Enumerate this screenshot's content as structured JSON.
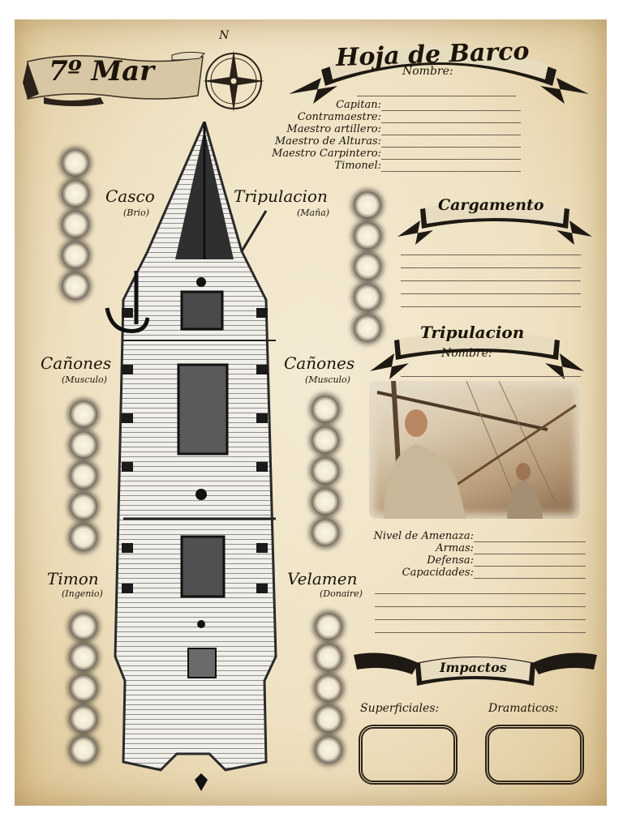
{
  "logo": {
    "text": "7º Mar",
    "compass_letter": "N"
  },
  "ship_sheet": {
    "title": "Hoja de Barco",
    "name_label": "Nombre:",
    "officers": [
      "Capitan:",
      "Contramaestre:",
      "Maestro artillero:",
      "Maestro de Alturas:",
      "Maestro Carpintero:",
      "Timonel:"
    ]
  },
  "stats": {
    "casco": {
      "label": "Casco",
      "sub": "(Brio)"
    },
    "tripulacion": {
      "label": "Tripulacion",
      "sub": "(Maña)"
    },
    "canones_left": {
      "label": "Cañones",
      "sub": "(Musculo)"
    },
    "canones_right": {
      "label": "Cañones",
      "sub": "(Musculo)"
    },
    "timon": {
      "label": "Timon",
      "sub": "(Ingenio)"
    },
    "velamen": {
      "label": "Velamen",
      "sub": "(Donaire)"
    }
  },
  "cargo": {
    "title": "Cargamento"
  },
  "crew": {
    "title": "Tripulacion",
    "name_label": "Nombre:",
    "fields": [
      "Nivel de Amenaza:",
      "Armas:",
      "Defensa:",
      "Capacidades:"
    ]
  },
  "impacts": {
    "title": "Impactos",
    "superficiales": "Superficiales:",
    "dramaticos": "Dramaticos:"
  },
  "icons": {
    "compass": "compass-rose-icon",
    "anchor": "anchor-icon",
    "ship": "ship-deck-plan"
  },
  "colors": {
    "parchment": "#efe2c3",
    "ink": "#1b1409",
    "banner": "#1e1912"
  }
}
